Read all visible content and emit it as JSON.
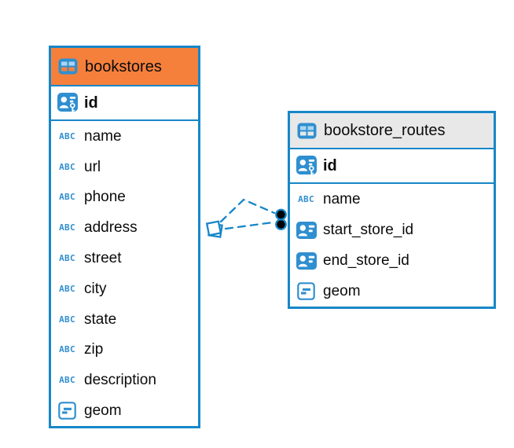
{
  "canvas": {
    "background": "#FFFFFF"
  },
  "colors": {
    "accent_blue": "#1787C8",
    "icon_blue": "#2F8FD0",
    "icon_cell_light_blue": "#A9D6F2",
    "selected_header_orange": "#F5803C",
    "header_gray": "#E8E8E8",
    "text_black": "#0B0B0B",
    "connector_blue": "#1787C8",
    "marker_dot_black": "#000000"
  },
  "icons": {
    "text_label": "ABC"
  },
  "tables": [
    {
      "name": "bookstores",
      "header_style": "selected-orange",
      "columns": [
        {
          "name": "id",
          "type_icon": "primary-key-icon",
          "is_primary": true
        },
        {
          "name": "name",
          "type_icon": "text-icon"
        },
        {
          "name": "url",
          "type_icon": "text-icon"
        },
        {
          "name": "phone",
          "type_icon": "text-icon"
        },
        {
          "name": "address",
          "type_icon": "text-icon"
        },
        {
          "name": "street",
          "type_icon": "text-icon"
        },
        {
          "name": "city",
          "type_icon": "text-icon"
        },
        {
          "name": "state",
          "type_icon": "text-icon"
        },
        {
          "name": "zip",
          "type_icon": "text-icon"
        },
        {
          "name": "description",
          "type_icon": "text-icon"
        },
        {
          "name": "geom",
          "type_icon": "geometry-icon"
        }
      ]
    },
    {
      "name": "bookstore_routes",
      "header_style": "plain-gray",
      "columns": [
        {
          "name": "id",
          "type_icon": "primary-key-icon",
          "is_primary": true
        },
        {
          "name": "name",
          "type_icon": "text-icon"
        },
        {
          "name": "start_store_id",
          "type_icon": "reference-icon"
        },
        {
          "name": "end_store_id",
          "type_icon": "reference-icon"
        },
        {
          "name": "geom",
          "type_icon": "geometry-icon"
        }
      ]
    }
  ],
  "relationships": [
    {
      "from_table": "bookstores",
      "to_table": "bookstore_routes",
      "line_style": "dashed",
      "source_marker": "double-square",
      "target_marker": "black-dot"
    },
    {
      "from_table": "bookstores",
      "to_table": "bookstore_routes",
      "line_style": "dashed",
      "source_marker": "double-square",
      "target_marker": "black-dot"
    }
  ]
}
